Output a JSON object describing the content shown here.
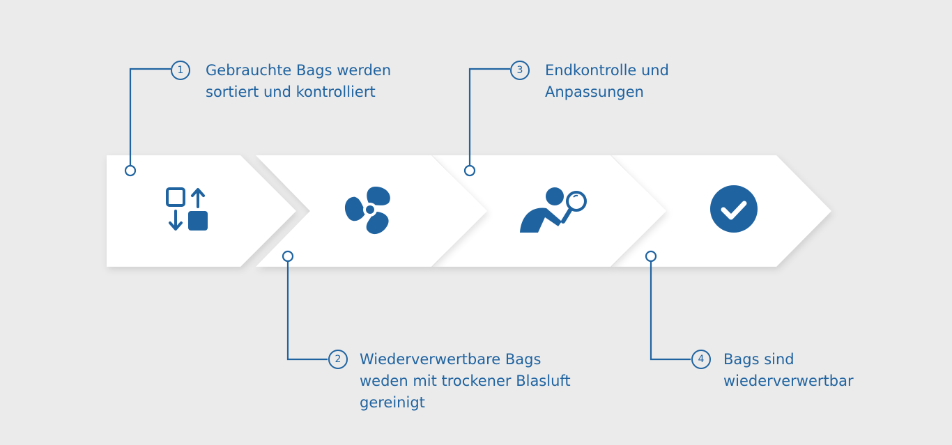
{
  "colors": {
    "accent": "#1f63a0",
    "background": "#ebebeb",
    "chevron": "#ffffff"
  },
  "steps": [
    {
      "number": "1",
      "lines": [
        "Gebrauchte Bags werden",
        "sortiert und kontrolliert"
      ],
      "icon": "sort-arrows-icon"
    },
    {
      "number": "2",
      "lines": [
        "Wiederverwertbare Bags",
        "weden mit trockener Blasluft",
        "gereinigt"
      ],
      "icon": "fan-icon"
    },
    {
      "number": "3",
      "lines": [
        "Endkontrolle und",
        "Anpassungen"
      ],
      "icon": "person-magnifier-icon"
    },
    {
      "number": "4",
      "lines": [
        "Bags sind",
        "wiederverwertbar"
      ],
      "icon": "checkmark-circle-icon"
    }
  ]
}
